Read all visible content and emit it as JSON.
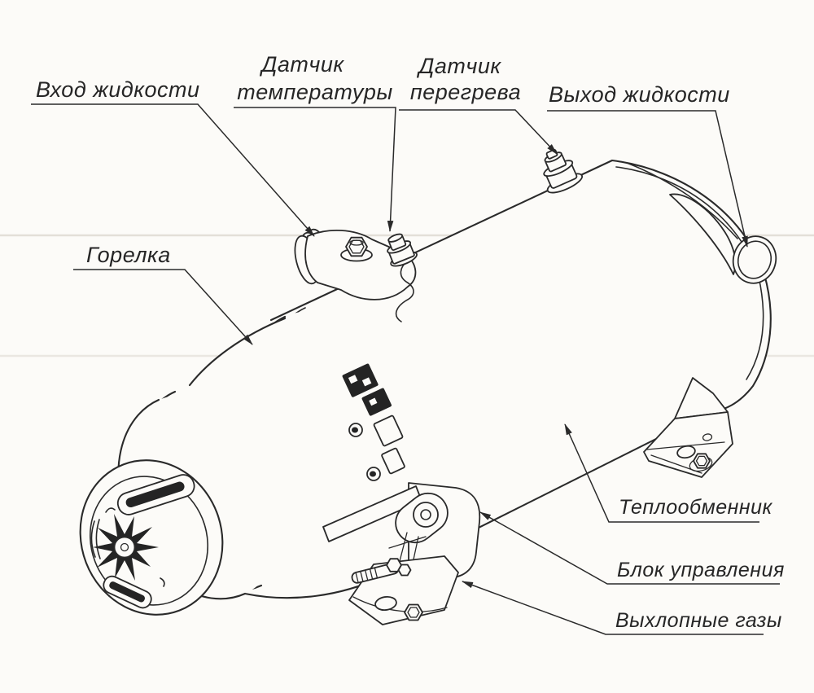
{
  "style": {
    "paper_color": "#fcfbf8",
    "ink_color": "#2a2a2a"
  },
  "diagram": {
    "labels": {
      "liquid_inlet": "Вход жидкости",
      "temperature_sensor": {
        "line1": "Датчик",
        "line2": "температуры"
      },
      "overheat_sensor": {
        "line1": "Датчик",
        "line2": "перегрева"
      },
      "liquid_outlet": "Выход жидкости",
      "burner": "Горелка",
      "heat_exchanger": "Теплообменник",
      "control_unit": "Блок управления",
      "exhaust_gases": "Выхлопные газы"
    }
  }
}
